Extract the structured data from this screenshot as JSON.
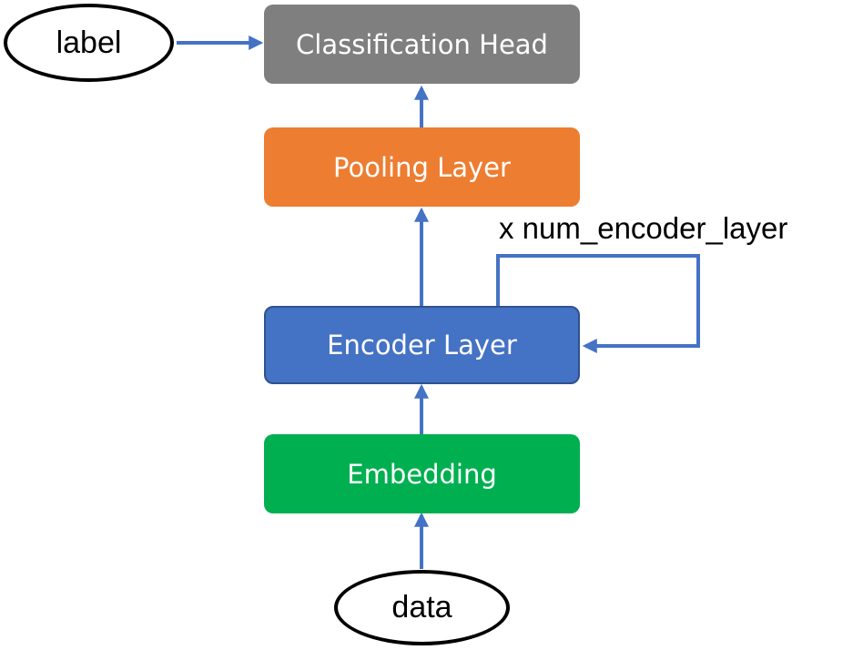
{
  "nodes": {
    "label": {
      "text": "label"
    },
    "classification_head": {
      "text": "Classification Head",
      "color": "#7f7f7f"
    },
    "pooling_layer": {
      "text": "Pooling Layer",
      "color": "#ed7d31"
    },
    "encoder_layer": {
      "text": "Encoder Layer",
      "color": "#4472c4",
      "border_color": "#2f528f"
    },
    "embedding": {
      "text": "Embedding",
      "color": "#00b050"
    },
    "data": {
      "text": "data"
    }
  },
  "loop": {
    "text": "x num_encoder_layer"
  },
  "edges": [
    {
      "from": "label",
      "to": "classification_head"
    },
    {
      "from": "pooling_layer",
      "to": "classification_head"
    },
    {
      "from": "encoder_layer",
      "to": "pooling_layer"
    },
    {
      "from": "encoder_layer",
      "to": "encoder_layer",
      "label": "x num_encoder_layer"
    },
    {
      "from": "embedding",
      "to": "encoder_layer"
    },
    {
      "from": "data",
      "to": "embedding"
    }
  ],
  "colors": {
    "arrow": "#4472c4",
    "outline": "#000000"
  }
}
